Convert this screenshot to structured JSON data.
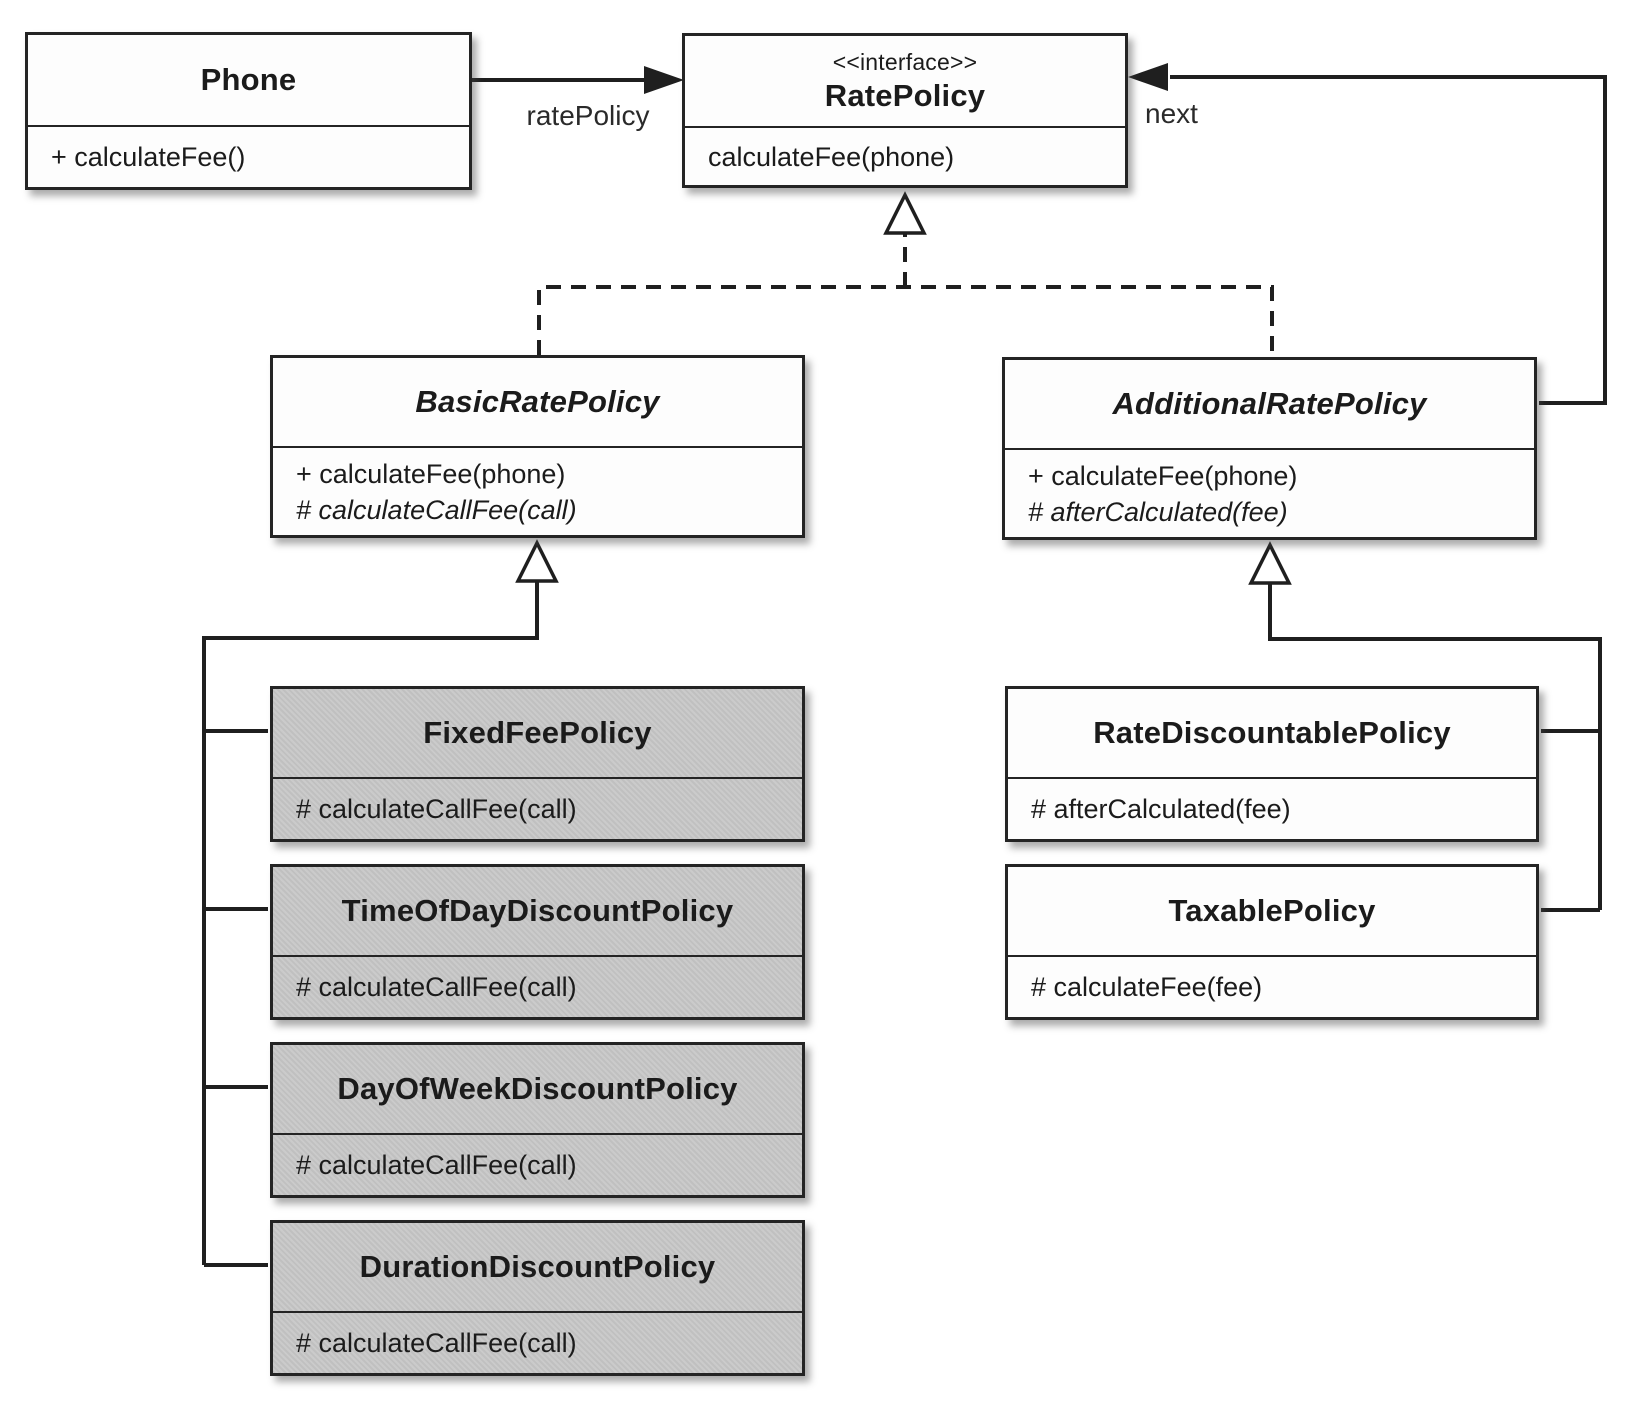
{
  "diagram": {
    "labels": {
      "rate_policy_assoc": "ratePolicy",
      "next_assoc": "next"
    },
    "classes": {
      "phone": {
        "name": "Phone",
        "members": {
          "m1": "+ calculateFee()"
        }
      },
      "rate_policy": {
        "stereotype": "<<interface>>",
        "name": "RatePolicy",
        "members": {
          "m1": "calculateFee(phone)"
        }
      },
      "basic_rate_policy": {
        "name": "BasicRatePolicy",
        "members": {
          "m1": "+ calculateFee(phone)",
          "m2": "# calculateCallFee(call)"
        }
      },
      "additional_rate_policy": {
        "name": "AdditionalRatePolicy",
        "members": {
          "m1": "+ calculateFee(phone)",
          "m2": "# afterCalculated(fee)"
        }
      },
      "fixed_fee_policy": {
        "name": "FixedFeePolicy",
        "members": {
          "m1": "# calculateCallFee(call)"
        }
      },
      "time_of_day_discount_policy": {
        "name": "TimeOfDayDiscountPolicy",
        "members": {
          "m1": "# calculateCallFee(call)"
        }
      },
      "day_of_week_discount_policy": {
        "name": "DayOfWeekDiscountPolicy",
        "members": {
          "m1": "# calculateCallFee(call)"
        }
      },
      "duration_discount_policy": {
        "name": "DurationDiscountPolicy",
        "members": {
          "m1": "# calculateCallFee(call)"
        }
      },
      "rate_discountable_policy": {
        "name": "RateDiscountablePolicy",
        "members": {
          "m1": "# afterCalculated(fee)"
        }
      },
      "taxable_policy": {
        "name": "TaxablePolicy",
        "members": {
          "m1": "# calculateFee(fee)"
        }
      }
    },
    "colors": {
      "line": "#1f1f1f",
      "box_fill_white": "#fdfdfd",
      "box_fill_gray": "#c9c9c9",
      "border": "#242424",
      "text": "#1b1b1b"
    }
  }
}
